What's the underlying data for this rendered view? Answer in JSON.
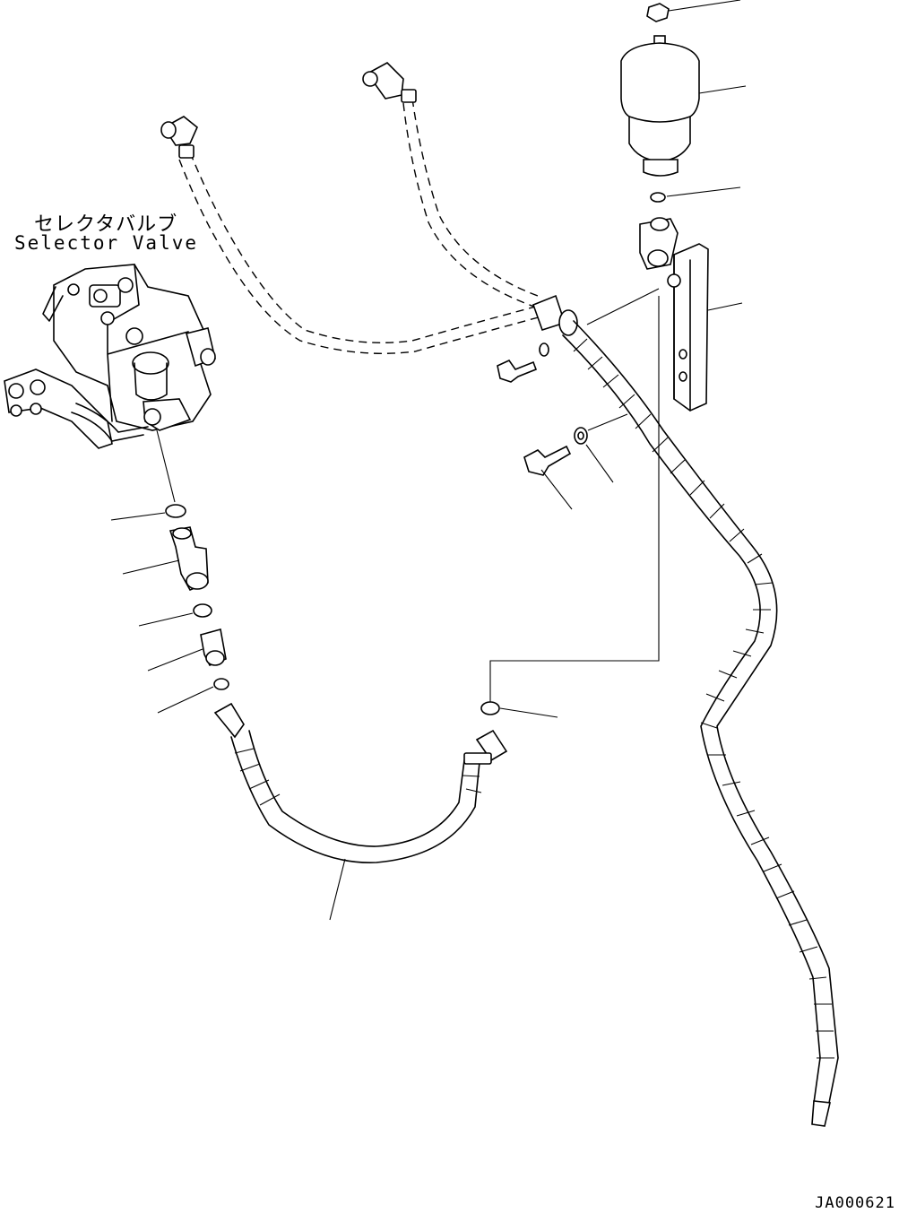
{
  "labels": {
    "component_jp": "セレクタバルブ",
    "component_en": "Selector Valve",
    "drawing_code": "JA000621"
  }
}
